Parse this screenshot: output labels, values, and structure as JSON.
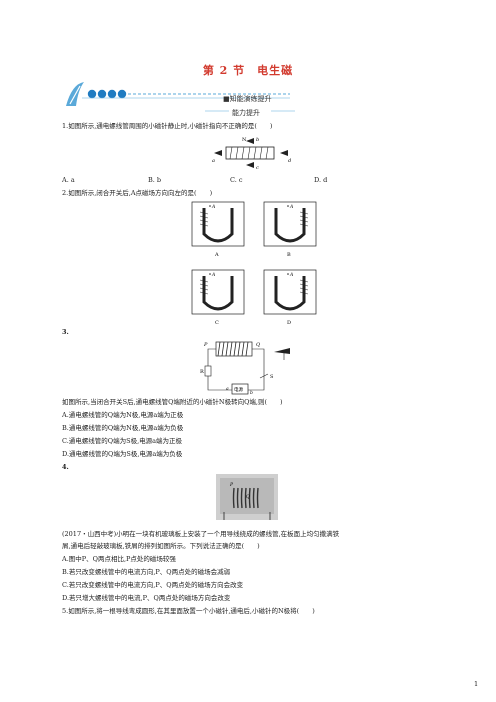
{
  "page": {
    "title": "第 2 节　电生磁",
    "section": "■知能演练提升",
    "subsection": "能力提升",
    "page_number": "1"
  },
  "q1": {
    "stem": "1.如图所示,通电螺线管周围的小磁针静止时,小磁针指向不正确的是(　　)",
    "labels": [
      "a",
      "b",
      "c",
      "d"
    ],
    "options": [
      "A. a",
      "B. b",
      "C. c",
      "D. d"
    ]
  },
  "q2": {
    "stem": "2.如图所示,闭合开关后,A点磁场方向向左的是(　　)",
    "fig_labels": [
      "A",
      "B",
      "C",
      "D"
    ]
  },
  "q3": {
    "num": "3.",
    "fig_labels": [
      "P",
      "Q",
      "S",
      "R",
      "a",
      "b",
      "电源"
    ],
    "stem": "如图所示,当闭合开关S后,通电螺线管Q端附近的小磁针N极转向Q端,则(　　)",
    "options": [
      "A.通电螺线管的Q端为N极,电源a端为正极",
      "B.通电螺线管的Q端为N极,电源a端为负极",
      "C.通电螺线管的Q端为S极,电源a端为正极",
      "D.通电螺线管的Q端为S极,电源a端为负极"
    ]
  },
  "q4": {
    "num": "4.",
    "fig_labels": [
      "P",
      "Q"
    ],
    "stem_line1": "(2017・山西中考)小明在一块有机玻璃板上安装了一个用导线绕成的螺线管,在板面上均匀撒满铁",
    "stem_line2": "屑,通电后轻敲玻璃板,铁屑的排列如图所示。下列说法正确的是(　　)",
    "options": [
      "A.图中P、Q两点相比,P点处的磁场较强",
      "B.若只改变螺线管中的电流方向,P、Q两点处的磁场会减弱",
      "C.若只改变螺线管中的电流方向,P、Q两点处的磁场方向会改变",
      "D.若只增大螺线管中的电流,P、Q两点处的磁场方向会改变"
    ]
  },
  "q5": {
    "stem": "5.如图所示,将一根导线弯成圆形,在其里面放置一个小磁针,通电后,小磁针的N极将(　　)"
  }
}
